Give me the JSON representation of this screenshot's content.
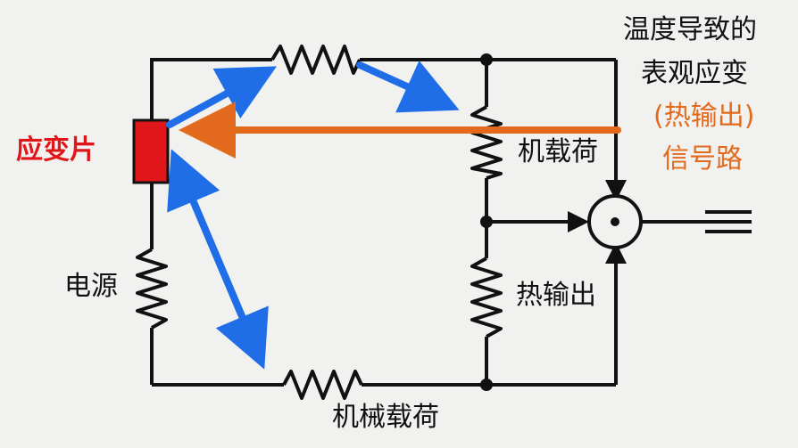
{
  "labels": {
    "strain_gauge": "应变片",
    "power_source": "电源",
    "mech_load_top": "机载荷",
    "thermal_output": "热输出",
    "mech_load_bottom": "机械载荷",
    "apparent_strain_line1": "温度导致的",
    "apparent_strain_line2": "表观应变",
    "thermal_output_paren": "(热输出)",
    "signal_path": "信号路"
  },
  "colors": {
    "wire": "#111111",
    "gauge": "#e0161b",
    "arrow_blue": "#1f6ee8",
    "arrow_orange": "#e36a1c",
    "red_text": "#e0161b",
    "orange_text": "#e36a1c"
  }
}
